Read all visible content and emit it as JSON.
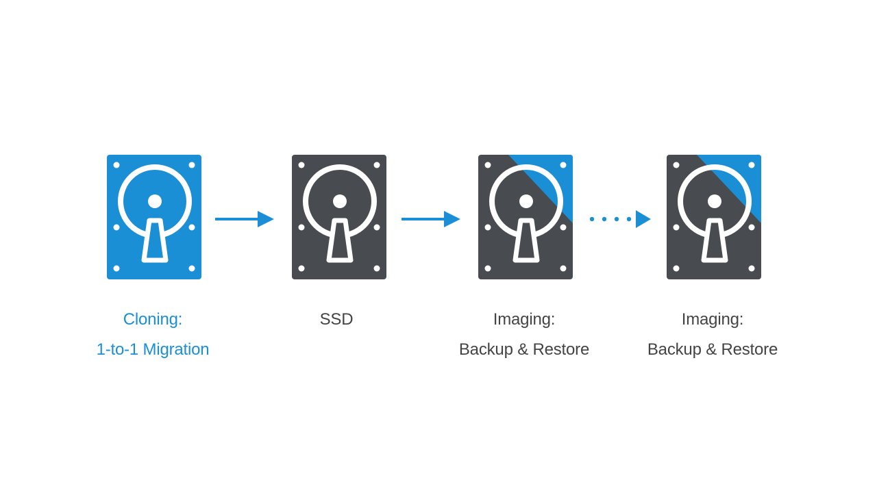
{
  "colors": {
    "accent": "#1a8fd6",
    "drive_dark": "#484c51",
    "text_dark": "#444444",
    "background": "#ffffff"
  },
  "drives": [
    {
      "style": "blue",
      "icon": "hard-drive-icon"
    },
    {
      "style": "dark",
      "icon": "hard-drive-icon"
    },
    {
      "style": "dark-with-blue-segment",
      "icon": "hard-drive-icon"
    },
    {
      "style": "dark-with-blue-segment",
      "icon": "hard-drive-icon"
    }
  ],
  "connectors": [
    {
      "style": "solid-arrow"
    },
    {
      "style": "solid-arrow"
    },
    {
      "style": "dotted-arrow"
    }
  ],
  "labels": {
    "cloning": {
      "line1": "Cloning:",
      "line2": "1-to-1 Migration"
    },
    "ssd": {
      "line1": "SSD"
    },
    "imaging_1": {
      "line1": "Imaging:",
      "line2": "Backup & Restore"
    },
    "imaging_2": {
      "line1": "Imaging:",
      "line2": "Backup & Restore"
    }
  }
}
